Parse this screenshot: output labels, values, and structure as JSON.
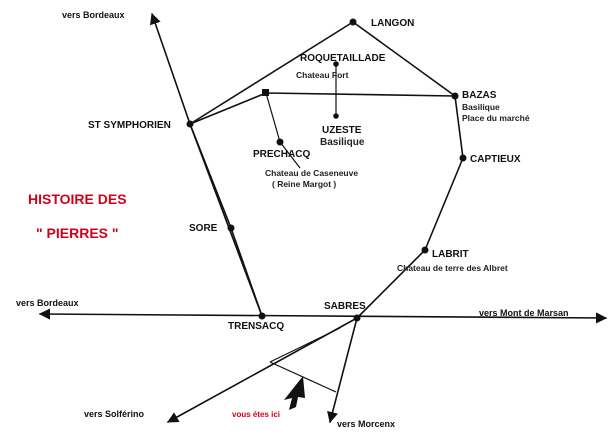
{
  "title": {
    "line1": "HISTOIRE DES",
    "line2": "\" PIERRES \""
  },
  "towns": {
    "langon": "LANGON",
    "roquetaillade": "ROQUETAILLADE",
    "bazas": "BAZAS",
    "st_symphorien": "ST SYMPHORIEN",
    "uzeste": "UZESTE",
    "prechacq": "PRECHACQ",
    "captieux": "CAPTIEUX",
    "sore": "SORE",
    "labrit": "LABRIT",
    "sabres": "SABRES",
    "trensacq": "TRENSACQ"
  },
  "sites": {
    "roquetaillade": "Chateau Fort",
    "bazas_1": "Basilique",
    "bazas_2": "Place du marché",
    "uzeste": "Basilique",
    "prechacq_1": "Chateau de Caseneuve",
    "prechacq_2": "( Reine Margot )",
    "labrit": "Chateau de terre des Albret"
  },
  "directions": {
    "bordeaux_top": "vers Bordeaux",
    "bordeaux_left": "vers Bordeaux",
    "mont_de_marsan": "vers Mont de Marsan",
    "solferino": "vers Solférino",
    "morcenx": "vers Morcenx"
  },
  "you_are_here": "vous étes ici",
  "colors": {
    "title": "#d0021b",
    "ink": "#111111"
  }
}
